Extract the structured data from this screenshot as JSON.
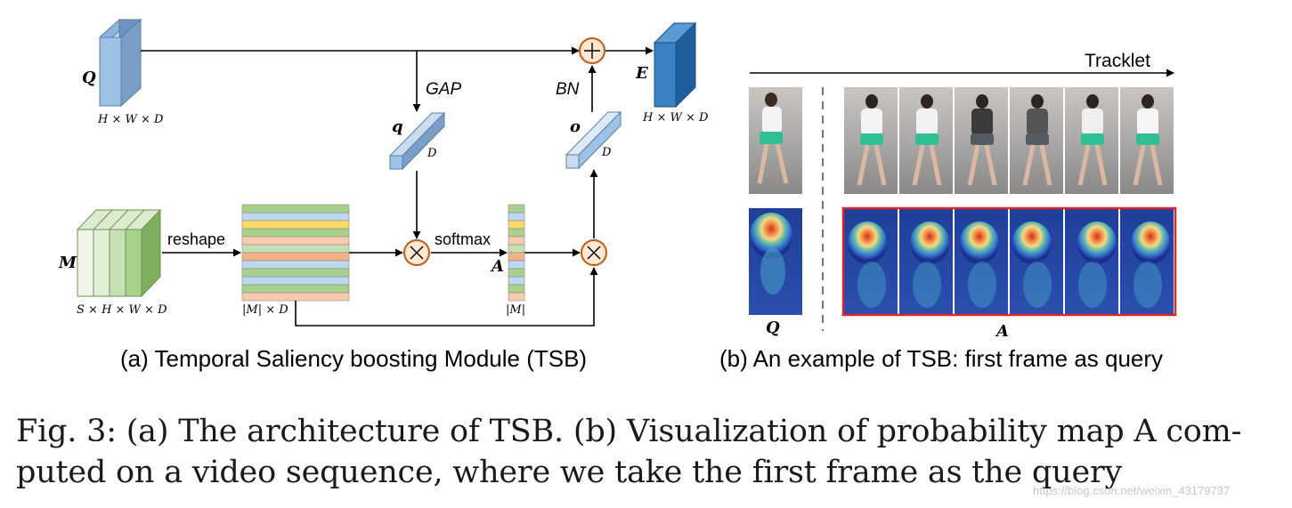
{
  "panel_a": {
    "q_label": "Q",
    "q_dims": "H × W × D",
    "e_label": "E",
    "e_dims": "H × W × D",
    "m_label": "M",
    "m_dims": "S × H × W × D",
    "reshape_label": "reshape",
    "reshaped_dims": "|M| × D",
    "gap_label": "GAP",
    "bn_label": "BN",
    "qvec_label": "q",
    "qvec_dim": "D",
    "ovec_label": "o",
    "ovec_dim": "D",
    "softmax_label": "softmax",
    "a_label": "A",
    "a_dims": "|M|",
    "caption": "(a) Temporal Saliency boosting Module (TSB)",
    "colors": {
      "q_tensor": "#9cc3e6",
      "e_tensor": "#2e75b6",
      "m_tensor": "#a9d18e",
      "operator_ring": "#c55a11",
      "stripes": [
        "#a9d18e",
        "#bdd7ee",
        "#ffd966",
        "#a9d18e",
        "#f8cbad",
        "#c5e0b4",
        "#f4b183",
        "#bdd7ee",
        "#a9d18e"
      ]
    }
  },
  "panel_b": {
    "tracklet_label": "Tracklet",
    "query_label": "Q",
    "attention_label": "A",
    "caption": "(b)  An example of TSB:  first frame as query",
    "frame_count": 6
  },
  "figure_caption_line1": "Fig. 3: (a) The architecture of TSB. (b) Visualization of probability map A com-",
  "figure_caption_line2": "puted on a video sequence, where we take the first frame as the query",
  "watermark": "https://blog.csdn.net/weixin_43179737"
}
